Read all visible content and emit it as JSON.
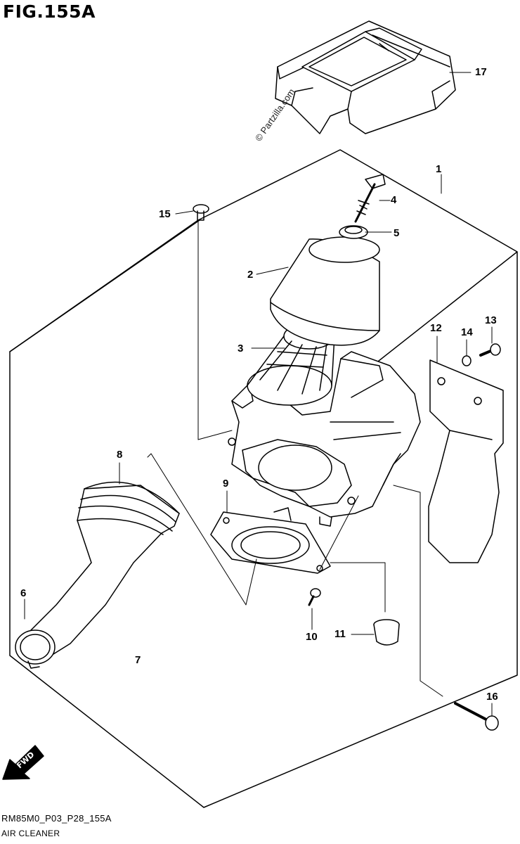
{
  "figure": {
    "title": "FIG.155A",
    "code": "RM85M0_P03_P28_155A",
    "name": "AIR CLEANER",
    "watermark": "© Partzilla.com",
    "fwd_label": "FWD"
  },
  "callouts": [
    {
      "id": "c1",
      "label": "1"
    },
    {
      "id": "c2",
      "label": "2"
    },
    {
      "id": "c3",
      "label": "3"
    },
    {
      "id": "c4",
      "label": "4"
    },
    {
      "id": "c5",
      "label": "5"
    },
    {
      "id": "c6",
      "label": "6"
    },
    {
      "id": "c7",
      "label": "7"
    },
    {
      "id": "c8",
      "label": "8"
    },
    {
      "id": "c9",
      "label": "9"
    },
    {
      "id": "c10",
      "label": "10"
    },
    {
      "id": "c11",
      "label": "11"
    },
    {
      "id": "c12",
      "label": "12"
    },
    {
      "id": "c13",
      "label": "13"
    },
    {
      "id": "c14",
      "label": "14"
    },
    {
      "id": "c15",
      "label": "15"
    },
    {
      "id": "c16",
      "label": "16"
    },
    {
      "id": "c17",
      "label": "17"
    }
  ]
}
